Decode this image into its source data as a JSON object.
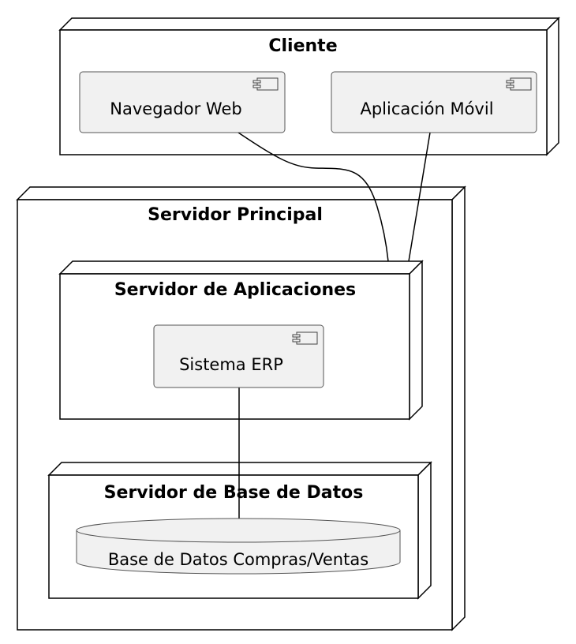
{
  "diagram": {
    "nodes": {
      "cliente": {
        "title": "Cliente"
      },
      "servidor_principal": {
        "title": "Servidor Principal"
      },
      "servidor_aplicaciones": {
        "title": "Servidor de Aplicaciones"
      },
      "servidor_bd": {
        "title": "Servidor de Base de Datos"
      }
    },
    "components": {
      "navegador": {
        "label": "Navegador Web"
      },
      "app_movil": {
        "label": "Aplicación Móvil"
      },
      "erp": {
        "label": "Sistema ERP"
      }
    },
    "database": {
      "label": "Base de Datos Compras/Ventas"
    },
    "connections": [
      {
        "from": "Navegador Web",
        "to": "Servidor de Aplicaciones"
      },
      {
        "from": "Aplicación Móvil",
        "to": "Servidor de Aplicaciones"
      },
      {
        "from": "Sistema ERP",
        "to": "Base de Datos Compras/Ventas"
      }
    ],
    "colors": {
      "stroke": "#000000",
      "node_fill": "#ffffff",
      "component_fill": "#f1f1f1",
      "component_stroke": "#555555"
    }
  }
}
